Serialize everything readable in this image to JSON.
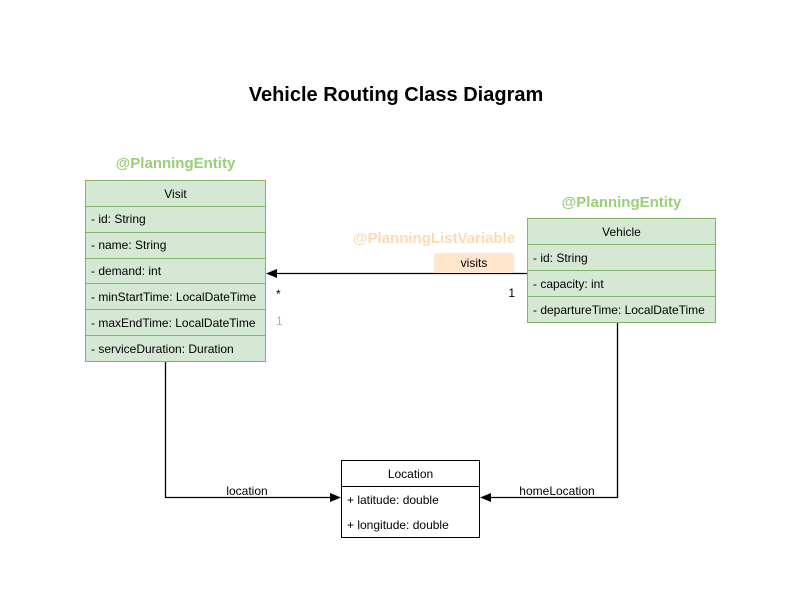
{
  "title": "Vehicle Routing Class Diagram",
  "colors": {
    "entity_fill": "#d5e8d4",
    "entity_border": "#82b366",
    "annotation_green": "#97d077",
    "annotation_orange": "#ffd9b3",
    "badge_fill": "#ffe6cc",
    "plain_fill": "#ffffff",
    "plain_border": "#000000",
    "muted_multiplicity": "#b5a6d2",
    "edge_color": "#000000"
  },
  "classes": {
    "visit": {
      "annotation": "@PlanningEntity",
      "name": "Visit",
      "attributes": [
        "- id: String",
        "- name: String",
        "- demand: int",
        "- minStartTime: LocalDateTime",
        "- maxEndTime: LocalDateTime",
        "- serviceDuration: Duration"
      ]
    },
    "vehicle": {
      "annotation": "@PlanningEntity",
      "name": "Vehicle",
      "attributes": [
        "- id: String",
        "- capacity: int",
        "- departureTime: LocalDateTime"
      ]
    },
    "location": {
      "name": "Location",
      "attributes": [
        "+ latitude: double",
        "+ longitude: double"
      ]
    }
  },
  "relationships": {
    "visits": {
      "annotation": "@PlanningListVariable",
      "label": "visits",
      "multiplicity_at_visit": "*",
      "multiplicity_at_vehicle": "1",
      "multiplicity_extra": "1"
    },
    "location_edge": {
      "label": "location"
    },
    "home_location_edge": {
      "label": "homeLocation"
    }
  }
}
